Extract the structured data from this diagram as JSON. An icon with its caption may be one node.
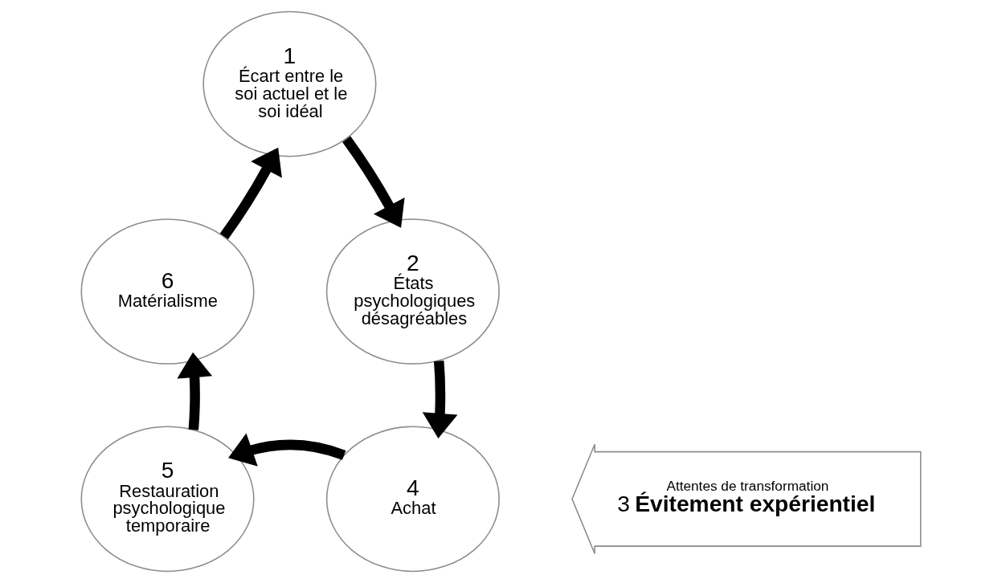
{
  "diagram": {
    "nodes": [
      {
        "text": [
          "1",
          "Écart entre le soi actuel et le soi idéal"
        ]
      },
      {
        "text": [
          "2",
          "États psychologiques désagréables"
        ]
      },
      {
        "text": [
          "Attentes de transformation",
          "3",
          "Évitement expérientiel"
        ]
      },
      {
        "text": [
          "4",
          "Achat"
        ]
      },
      {
        "text": [
          "5",
          "Restauration psychologique temporaire"
        ]
      },
      {
        "text": [
          "6",
          "Matérialisme"
        ]
      }
    ],
    "edges": [
      {
        "from": 0,
        "to": 1,
        "arrow": "to"
      },
      {
        "from": 1,
        "to": 3,
        "arrow": "to"
      },
      {
        "from": 3,
        "to": 4,
        "arrow": "to"
      },
      {
        "from": 4,
        "to": 5,
        "arrow": "to"
      },
      {
        "from": 5,
        "to": 0,
        "arrow": "to"
      }
    ]
  }
}
